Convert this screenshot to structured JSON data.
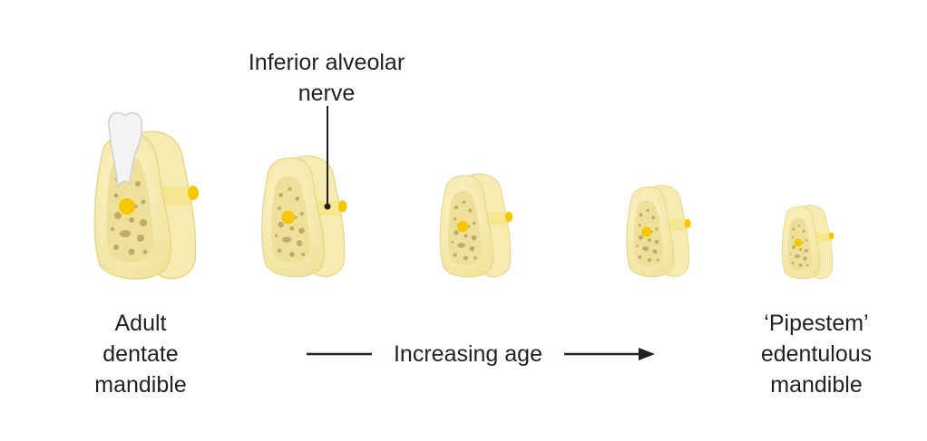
{
  "labels": {
    "nerve": "Inferior alveolar\nnerve",
    "adult": "Adult\ndentate\nmandible",
    "age": "Increasing age",
    "pipestem": "‘Pipestem’\nedentulous\nmandible"
  },
  "colors": {
    "bone": "#f8eeb4",
    "bone_edge": "#e7d98c",
    "marrow": "#b9a460",
    "nerve": "#f5c800",
    "tooth": "#f2f2f2"
  }
}
